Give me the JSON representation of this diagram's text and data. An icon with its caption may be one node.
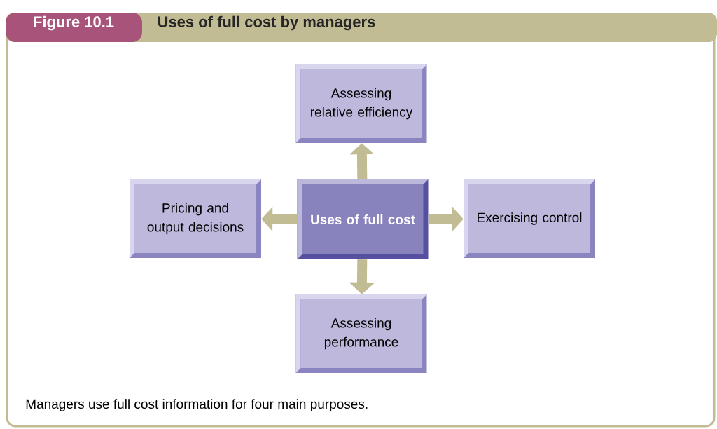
{
  "diagram": {
    "title": "Uses of full cost by managers",
    "caption": "Managers use full cost information for four main purposes.",
    "nodes": [
      {
        "text": [
          "Uses of full cost"
        ]
      },
      {
        "text": [
          "Assessing relative efficiency"
        ]
      },
      {
        "text": [
          "Pricing and output decisions"
        ]
      },
      {
        "text": [
          "Exercising control"
        ]
      },
      {
        "text": [
          "Assessing performance"
        ]
      }
    ],
    "edges": [
      {
        "from": 0,
        "to": 1,
        "arrow": "to"
      },
      {
        "from": 0,
        "to": 2,
        "arrow": "to"
      },
      {
        "from": 0,
        "to": 3,
        "arrow": "to"
      },
      {
        "from": 0,
        "to": 4,
        "arrow": "to"
      }
    ],
    "labels": [
      "Figure 10.1"
    ]
  }
}
